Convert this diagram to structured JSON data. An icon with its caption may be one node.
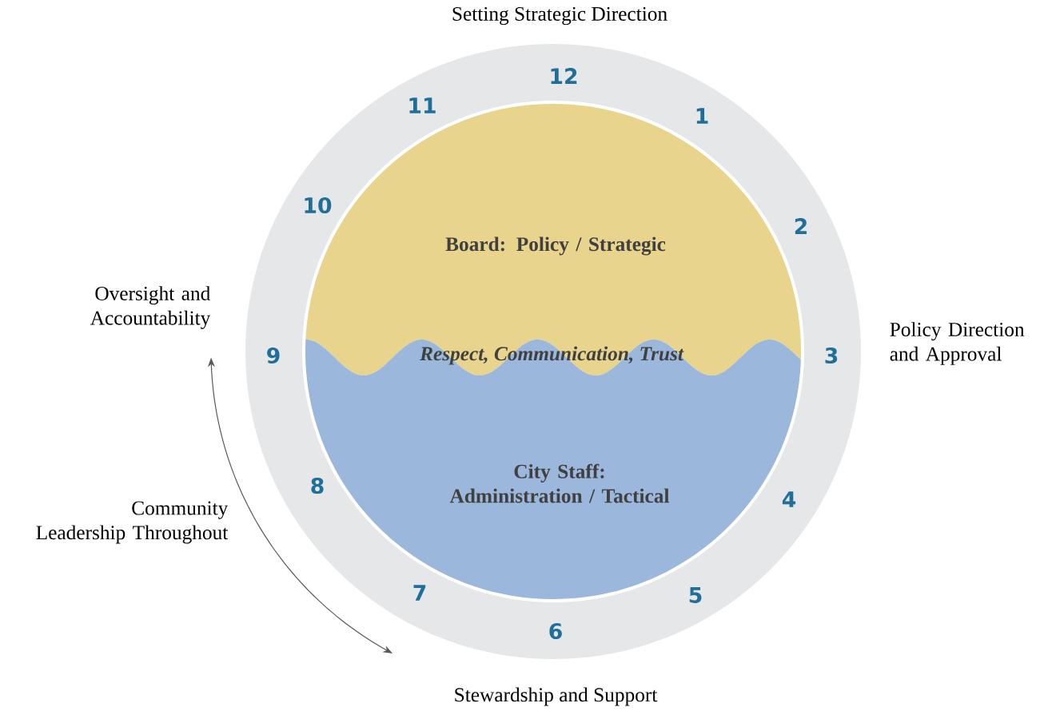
{
  "diagram": {
    "nodes": [
      {
        "text": [
          "Board: Policy / Strategic"
        ]
      },
      {
        "text": [
          "City Staff: Administration / Tactical"
        ]
      }
    ],
    "labels": [
      "Setting Strategic Direction",
      "12",
      "11",
      "1",
      "10",
      "2",
      "Oversight and Accountability",
      "9",
      "Respect, Communication, Trust",
      "3",
      "Policy Direction and Approval",
      "8",
      "4",
      "Community Leadership Throughout",
      "7",
      "5",
      "6",
      "Stewardship and Support"
    ]
  }
}
